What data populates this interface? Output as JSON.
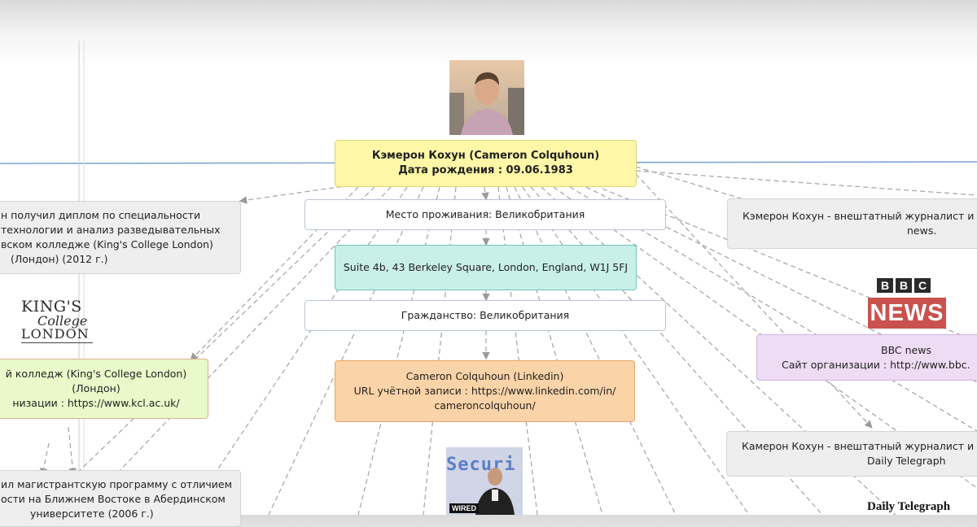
{
  "person": {
    "name": "Кэмерон Кохун (Cameron Colquhoun)",
    "birth": "Дата рождения : 09.06.1983"
  },
  "center_nodes": {
    "residence": "Место проживания: Великобритания",
    "address": "Suite 4b, 43 Berkeley Square, London, England, W1J 5FJ",
    "citizenship": "Гражданство: Великобритания",
    "linkedin": [
      "Cameron Colquhoun (Linkedin)",
      "URL учётной записи : https://www.linkedin.com/in/",
      "cameroncolquhoun/"
    ]
  },
  "left_nodes": {
    "diploma": [
      "н получил диплом по специальности",
      "технологии и анализ разведывательных",
      "вском колледже (King's College London)",
      "(Лондон) (2012 г.)"
    ],
    "college": [
      "й колледж (King's College London)",
      "(Лондон)",
      "низации : https://www.kcl.ac.uk/"
    ],
    "masters": [
      "ил магистрантскую программу с отличием",
      "ости на Ближнем Востоке в Абердинском",
      "университете (2006 г.)"
    ]
  },
  "right_nodes": {
    "bbc_journalist": [
      "Кэмерон Кохун - внештатный журналист и к",
      "news."
    ],
    "bbc_org": [
      "BBC news",
      "Сайт организации : http://www.bbc."
    ],
    "telegraph_journalist": [
      "Камерон Кохун - внештатный журналист и к",
      "Daily Telegraph"
    ]
  },
  "logos": {
    "kcl": [
      "KING'S",
      "College",
      "LONDON"
    ],
    "bbc_letters": [
      "B",
      "B",
      "C"
    ],
    "bbc_news": "NEWS",
    "telegraph": "Daily Telegraph",
    "security_banner": "Securi",
    "wired": "WIRED"
  },
  "colors": {
    "person": "#fdf7a7",
    "address": "#c9efe9",
    "linkedin": "#fbd3a8",
    "college": "#e9f9c9",
    "bbc_org": "#eedcf5",
    "neutral": "#eeeeee",
    "edge": "#9a9a9a",
    "timeline": "#7ea6d4"
  }
}
